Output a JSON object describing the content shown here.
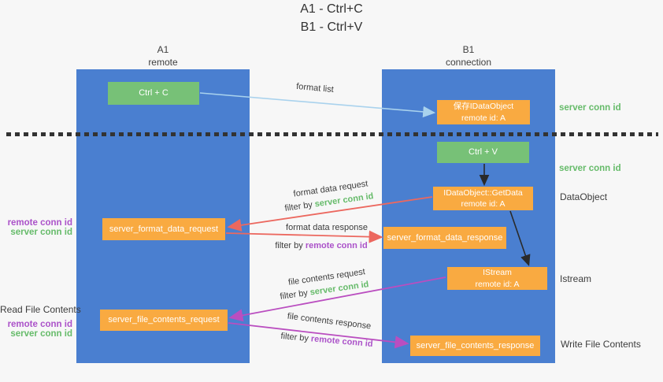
{
  "title": {
    "line1": "A1 - Ctrl+C",
    "line2": "B1 - Ctrl+V"
  },
  "columns": {
    "left": {
      "name": "A1",
      "subtitle": "remote"
    },
    "right": {
      "name": "B1",
      "subtitle": "connection"
    }
  },
  "boxes": {
    "ctrl_c": "Ctrl + C",
    "ctrl_v": "Ctrl + V",
    "save_dataobject": "保存IDataObject\nremote id: A",
    "getdata": "IDataObject::GetData\nremote id: A",
    "istream": "IStream\nremote id: A",
    "format_request": "server_format_data_request",
    "format_response": "server_format_data_response",
    "file_request": "server_file_contents_request",
    "file_response": "server_file_contents_response"
  },
  "side_labels": {
    "server_conn_id": "server conn id",
    "remote_conn_id": "remote conn id",
    "dataobject": "DataObject",
    "istream": "Istream",
    "read_file_contents": "Read File Contents",
    "write_file_contents": "Write File Contents"
  },
  "arrow_labels": {
    "format_list": "format list",
    "format_data_request": "format data request",
    "format_data_response": "format data response",
    "file_contents_request": "file contents request",
    "file_contents_response": "file contents response",
    "filter_prefix": "filter by ",
    "server_conn_id": "server conn id",
    "remote_conn_id": "remote conn id"
  },
  "colors": {
    "lifeline_blue": "#4a7fd0",
    "green_box": "#77c177",
    "orange_box": "#f9aa41",
    "green_id_text": "#66bb6a",
    "purple_id_text": "#ab52c9",
    "arrow_blue": "#a9d2ed",
    "arrow_red": "#ec685f",
    "arrow_magenta": "#ba4ec0",
    "arrow_black": "#2a2a2a",
    "background": "#f7f7f7"
  }
}
